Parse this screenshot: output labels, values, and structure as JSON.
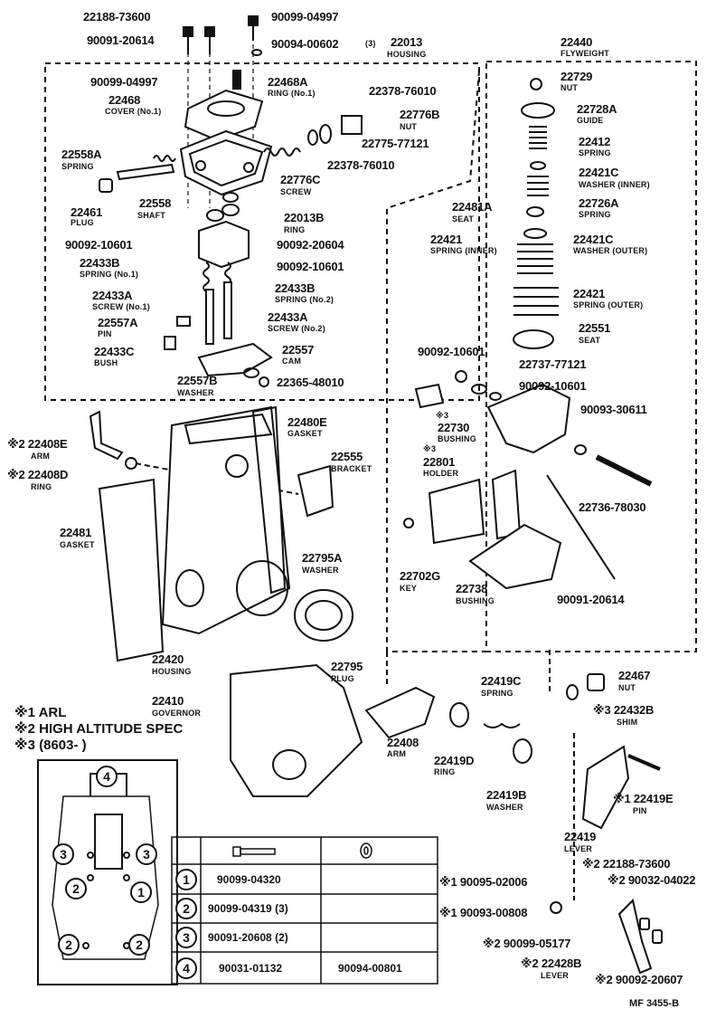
{
  "labels": {
    "l_22188_73600": "22188-73600",
    "l_90099_04997a": "90099-04997",
    "l_90091_20614": "90091-20614",
    "l_90094_00602": "90094-00602",
    "l_90094_00602_qty": "(3)",
    "l_22013": "22013",
    "l_22013_n": "HOUSING",
    "l_22440": "22440",
    "l_22440_n": "FLYWEIGHT",
    "l_90099_04997b": "90099-04997",
    "l_22468A": "22468A",
    "l_22468A_n": "RING (No.1)",
    "l_22378_76010a": "22378-76010",
    "l_22468": "22468",
    "l_22468_n": "COVER (No.1)",
    "l_22776B": "22776B",
    "l_22776B_n": "NUT",
    "l_22775_77121": "22775-77121",
    "l_22558A": "22558A",
    "l_22558A_n": "SPRING",
    "l_22378_76010b": "22378-76010",
    "l_22776C": "22776C",
    "l_22776C_n": "SCREW",
    "l_22461": "22461",
    "l_22461_n": "PLUG",
    "l_22558": "22558",
    "l_22558_n": "SHAFT",
    "l_22013B": "22013B",
    "l_22013B_n": "RING",
    "l_90092_10601a": "90092-10601",
    "l_90092_20604": "90092-20604",
    "l_22433B_1": "22433B",
    "l_22433B_1n": "SPRING (No.1)",
    "l_90092_10601b": "90092-10601",
    "l_22433B_2": "22433B",
    "l_22433B_2n": "SPRING (No.2)",
    "l_22433A_1": "22433A",
    "l_22433A_1n": "SCREW (No.1)",
    "l_22557A": "22557A",
    "l_22557A_n": "PIN",
    "l_22433A_2": "22433A",
    "l_22433A_2n": "SCREW (No.2)",
    "l_22433C": "22433C",
    "l_22433C_n": "BUSH",
    "l_22557": "22557",
    "l_22557_n": "CAM",
    "l_22557B": "22557B",
    "l_22557B_n": "WASHER",
    "l_22365_48010": "22365-48010",
    "l_22729": "22729",
    "l_22729_n": "NUT",
    "l_22728A": "22728A",
    "l_22728A_n": "GUIDE",
    "l_22412": "22412",
    "l_22412_n": "SPRING",
    "l_22421C_1": "22421C",
    "l_22421C_1n": "WASHER (INNER)",
    "l_22481A": "22481A",
    "l_22481A_n": "SEAT",
    "l_22726A": "22726A",
    "l_22726A_n": "SPRING",
    "l_22421_1": "22421",
    "l_22421_1n": "SPRING (INNER)",
    "l_22421C_2": "22421C",
    "l_22421C_2n": "WASHER (OUTER)",
    "l_22421_2": "22421",
    "l_22421_2n": "SPRING (OUTER)",
    "l_22551": "22551",
    "l_22551_n": "SEAT",
    "l_90092_10601c": "90092-10601",
    "l_22737_77121": "22737-77121",
    "l_90092_10601d": "90092-10601",
    "l_22730_mark": "※3",
    "l_22730": "22730",
    "l_22730_n": "BUSHING",
    "l_90093_30611": "90093-30611",
    "l_22408E": "※2 22408E",
    "l_22408E_n": "ARM",
    "l_22408D": "※2 22408D",
    "l_22408D_n": "RING",
    "l_22480E": "22480E",
    "l_22480E_n": "GASKET",
    "l_22555": "22555",
    "l_22555_n": "BRACKET",
    "l_22801_mark": "※3",
    "l_22801": "22801",
    "l_22801_n": "HOLDER",
    "l_22736_78030": "22736-78030",
    "l_22481": "22481",
    "l_22481_n": "GASKET",
    "l_22795A": "22795A",
    "l_22795A_n": "WASHER",
    "l_22702G": "22702G",
    "l_22702G_n": "KEY",
    "l_22738": "22738",
    "l_22738_n": "BUSHING",
    "l_90091_20614b": "90091-20614",
    "l_22420": "22420",
    "l_22420_n": "HOUSING",
    "l_22795": "22795",
    "l_22795_n": "PLUG",
    "l_22410": "22410",
    "l_22410_n": "GOVERNOR",
    "l_22419C": "22419C",
    "l_22419C_n": "SPRING",
    "l_22467": "22467",
    "l_22467_n": "NUT",
    "l_22432B": "※3 22432B",
    "l_22432B_n": "SHIM",
    "l_22408": "22408",
    "l_22408_n": "ARM",
    "l_22419D": "22419D",
    "l_22419D_n": "RING",
    "l_22419B": "22419B",
    "l_22419B_n": "WASHER",
    "l_22419E": "※1 22419E",
    "l_22419E_n": "PIN",
    "l_22419": "22419",
    "l_22419_n": "LEVER",
    "l_22188_73600b": "※2 22188-73600",
    "l_90095_02006": "※1 90095-02006",
    "l_90093_00808": "※1 90093-00808",
    "l_90032_04022": "※2 90032-04022",
    "l_90099_05177": "※2 90099-05177",
    "l_22428B": "※2 22428B",
    "l_22428B_n": "LEVER",
    "l_90092_20607": "※2 90092-20607",
    "mf_code": "MF 3455-B"
  },
  "legend": [
    {
      "mark": "※1",
      "text": "ARL"
    },
    {
      "mark": "※2",
      "text": "HIGH ALTITUDE SPEC"
    },
    {
      "mark": "※3",
      "text": "(8603-          )"
    }
  ],
  "table": {
    "rows": [
      {
        "num": "1",
        "bolt": "90099-04320",
        "washer": ""
      },
      {
        "num": "2",
        "bolt": "90099-04319 (3)",
        "washer": ""
      },
      {
        "num": "3",
        "bolt": "90091-20608 (2)",
        "washer": ""
      },
      {
        "num": "4",
        "bolt": "90031-01132",
        "washer": "90094-00801"
      }
    ]
  },
  "gasket_markers": [
    {
      "num": "4"
    },
    {
      "num": "3"
    },
    {
      "num": "3"
    },
    {
      "num": "2"
    },
    {
      "num": "1"
    },
    {
      "num": "2"
    },
    {
      "num": "2"
    }
  ]
}
